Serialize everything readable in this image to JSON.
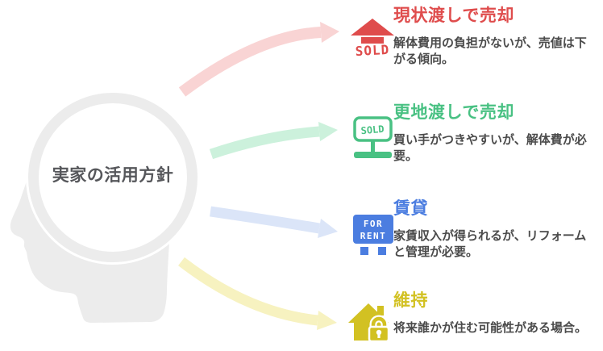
{
  "head": {
    "label": "実家の活用方針"
  },
  "palette": {
    "head_gray": "#ececec",
    "label_text": "#56575b",
    "desc_text": "#4b4b4b",
    "red": "#df4c4c",
    "green": "#49c183",
    "blue": "#4b7de0",
    "yellow": "#d2c122",
    "arrow_pink": "#f9d4d4",
    "arrow_mint": "#ccf1dc",
    "arrow_blue": "#dbe5f8",
    "arrow_yellow": "#f7f2c0",
    "white": "#ffffff"
  },
  "options": [
    {
      "title": "現状渡しで売却",
      "desc_line1": "解体費用の負担がないが、売値は下",
      "desc_line2": "がる傾向。",
      "icon_text": "SOLD"
    },
    {
      "title": "更地渡しで売却",
      "desc_line1": "買い手がつきやすいが、解体費が必",
      "desc_line2": "要。",
      "icon_text": "SOLD"
    },
    {
      "title": "賃貸",
      "desc_line1": "家賃収入が得られるが、リフォーム",
      "desc_line2": "と管理が必要。",
      "icon_text_line1": "FOR",
      "icon_text_line2": "RENT"
    },
    {
      "title": "維持",
      "desc_line1": "将来誰かが住む可能性がある場合。",
      "desc_line2": ""
    }
  ]
}
